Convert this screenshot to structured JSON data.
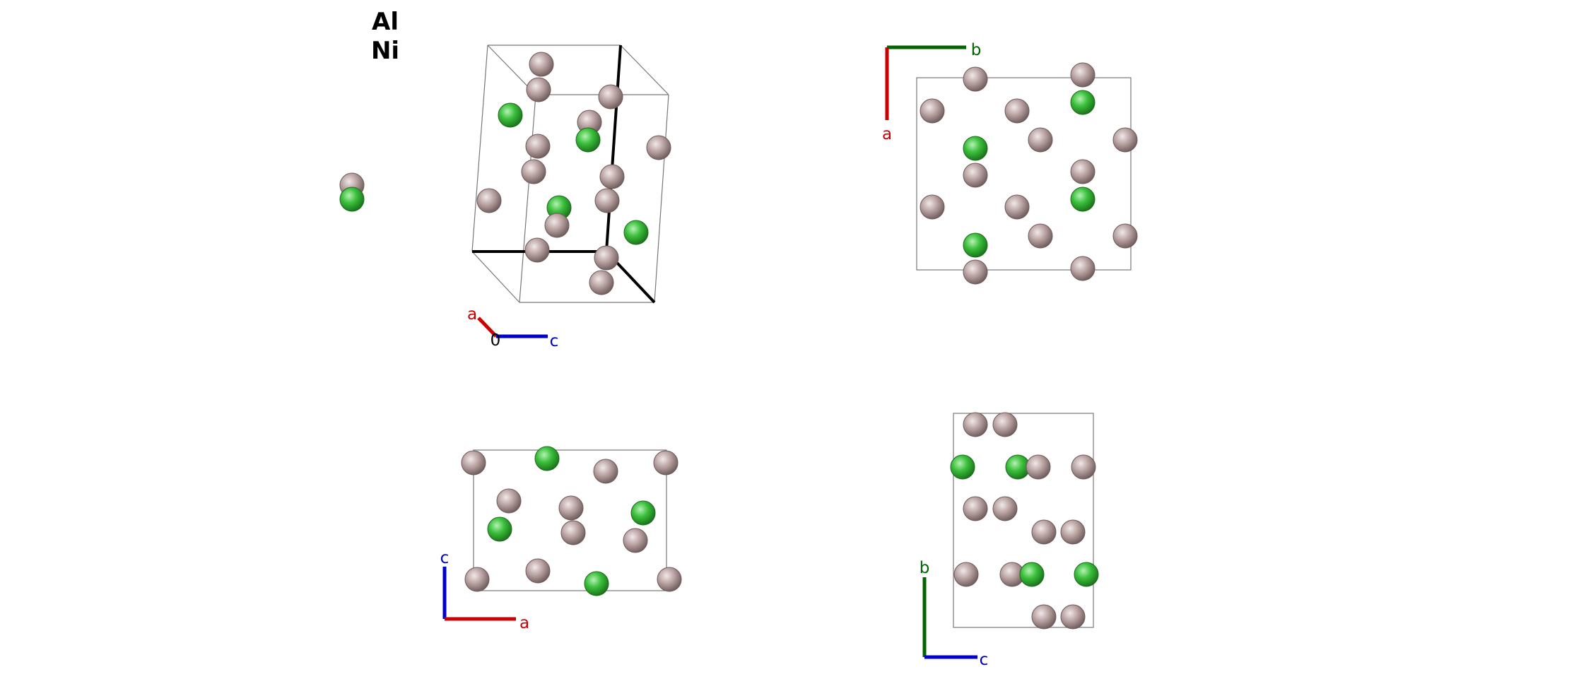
{
  "legend": {
    "items": [
      {
        "symbol": "Al",
        "color": "#BFA6A6",
        "icon": "aluminium-atom"
      },
      {
        "symbol": "Ni",
        "color": "#3DC33D",
        "icon": "nickel-atom"
      }
    ]
  },
  "views": [
    {
      "name": "perspective-view",
      "axes": {
        "a": "a",
        "c": "c",
        "origin": "0"
      }
    },
    {
      "name": "top-view-ab",
      "axes": {
        "a": "a",
        "b": "b"
      }
    },
    {
      "name": "front-view-ac",
      "axes": {
        "c": "c",
        "a": "a"
      }
    },
    {
      "name": "side-view-bc",
      "axes": {
        "b": "b",
        "c": "c"
      }
    }
  ],
  "axis_colors": {
    "a": "#CC0000",
    "b": "#006400",
    "c": "#0000CC",
    "origin": "#000000"
  },
  "cell_line_color": "#777777"
}
